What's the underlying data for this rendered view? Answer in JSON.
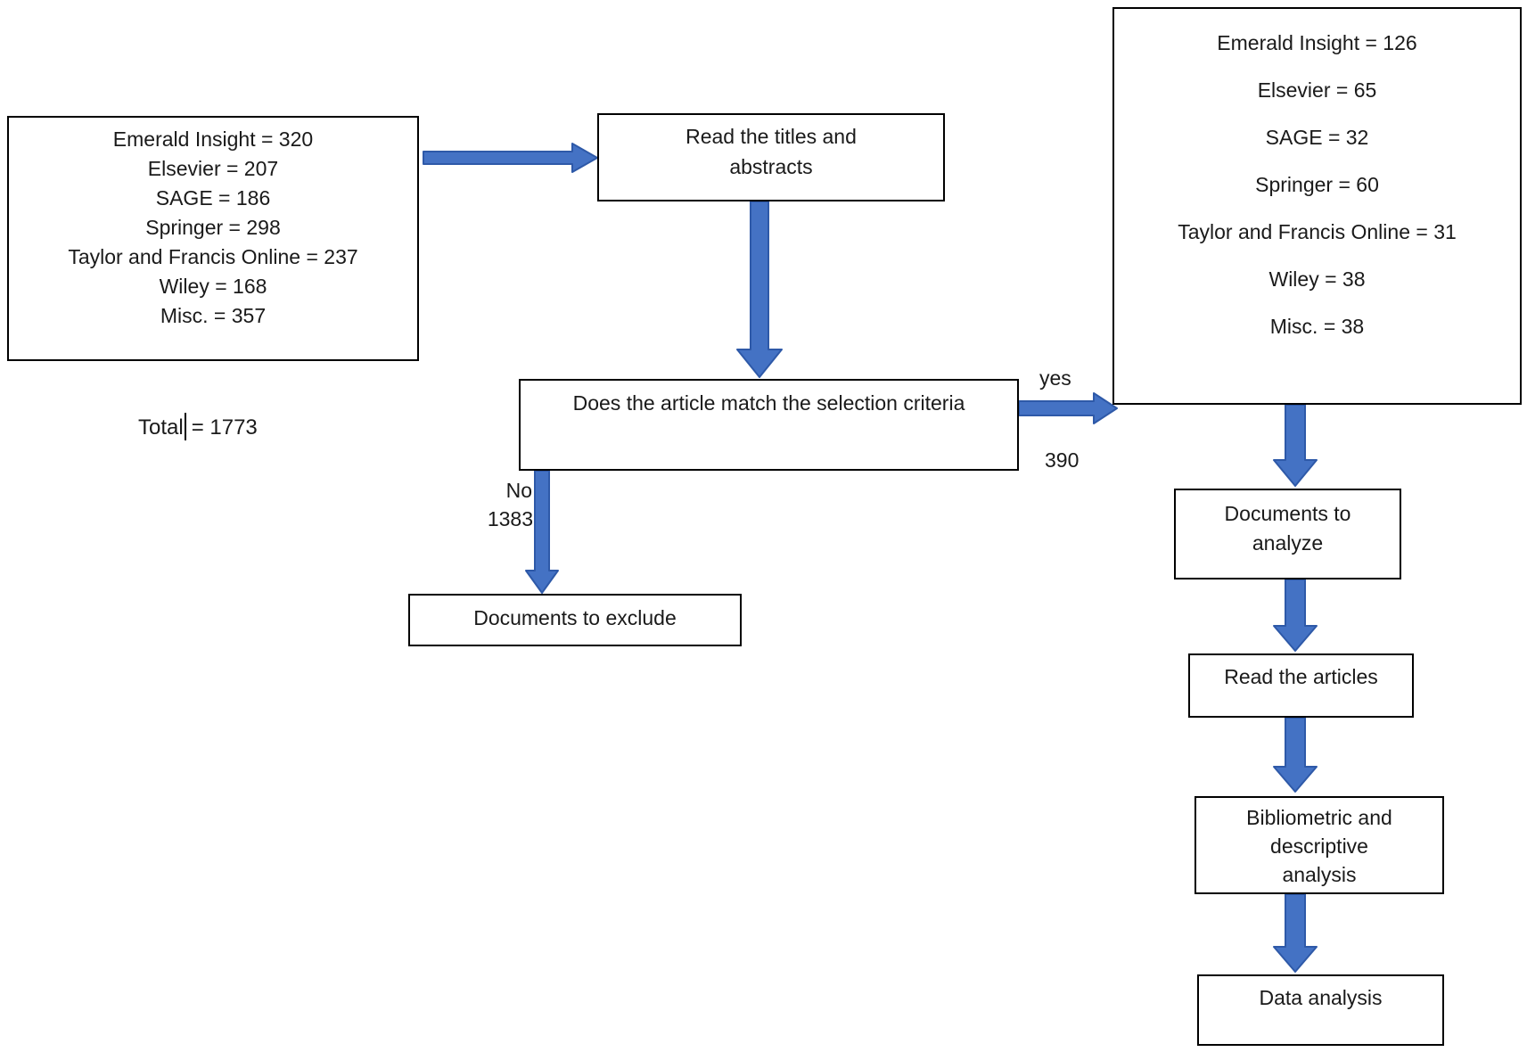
{
  "diagram": {
    "source_pool": {
      "lines": [
        "Emerald Insight = 320",
        "Elsevier = 207",
        "SAGE = 186",
        "Springer = 298",
        "Taylor and Francis Online = 237",
        "Wiley = 168",
        "Misc. = 357"
      ]
    },
    "total": {
      "label": "Total",
      "value": "= 1773"
    },
    "read_titles": {
      "label": "Read the titles and abstracts"
    },
    "match_criteria": {
      "label": "Does the article match the selection criteria"
    },
    "yes_branch": {
      "label": "yes",
      "count": "390"
    },
    "no_branch": {
      "label": "No",
      "count": "1383"
    },
    "docs_exclude": {
      "label": "Documents to exclude"
    },
    "results_pool": {
      "lines": [
        "Emerald Insight = 126",
        "Elsevier = 65",
        "SAGE = 32",
        "Springer = 60",
        "Taylor and Francis Online = 31",
        "Wiley = 38",
        "Misc. = 38"
      ]
    },
    "docs_analyze": {
      "label": "Documents to analyze"
    },
    "read_articles": {
      "label": "Read the articles"
    },
    "bibliometric": {
      "label": "Bibliometric and descriptive analysis"
    },
    "data_analysis": {
      "label": "Data analysis"
    }
  },
  "colors": {
    "arrow_fill": "#4472C4",
    "arrow_stroke": "#2E59A8",
    "box_border": "#000000",
    "text_color": "#1A1A1A",
    "background": "#FFFFFF"
  }
}
